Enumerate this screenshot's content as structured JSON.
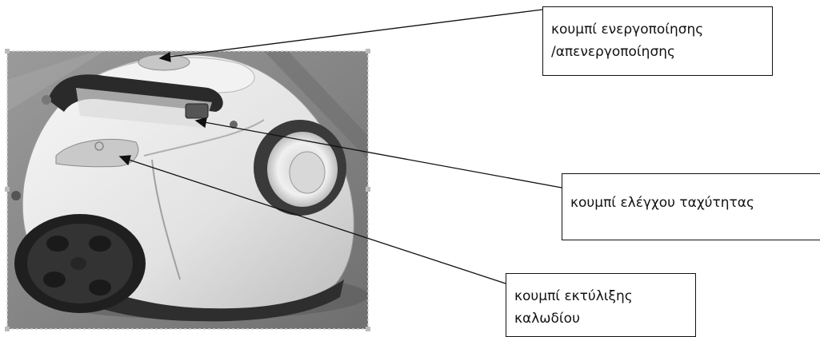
{
  "labels": {
    "power_button": {
      "line1": "κουμπί ενεργοποίησης",
      "line2": "/απενεργοποίησης"
    },
    "speed_button": {
      "line1": "κουμπί ελέγχου ταχύτητας"
    },
    "cord_button": {
      "line1": "κουμπί εκτύλιξης",
      "line2": "καλωδίου"
    }
  },
  "colors": {
    "photo_background": "#8c8c8c",
    "vacuum_body": "#e6e6e6",
    "handle": "#2a2a2a",
    "label_border": "#111111"
  }
}
